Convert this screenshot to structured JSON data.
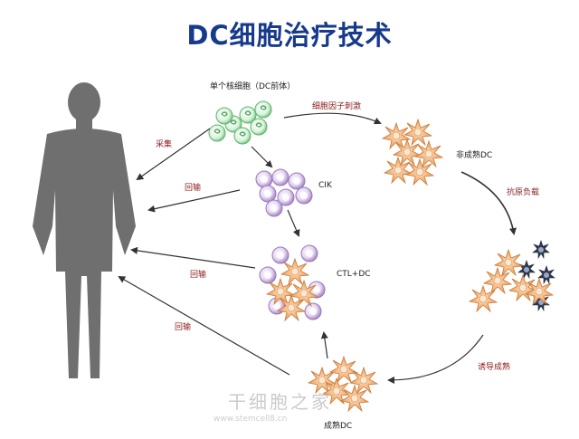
{
  "title": "DC细胞治疗技术",
  "labels": {
    "mononuclear": "单个核细胞（DC前体）",
    "cytokine": "细胞因子刺激",
    "collect": "采集",
    "immature_dc": "非成熟DC",
    "reinfuse_1": "回输",
    "cik": "CIK",
    "antigen": "抗原负载",
    "reinfuse_2": "回输",
    "ctl_dc": "CTL+DC",
    "reinfuse_3": "回输",
    "induce": "诱导成熟",
    "mature_dc": "成熟DC"
  },
  "watermark": {
    "text": "干细胞之家",
    "url": "www.stemcell8.cn"
  },
  "colors": {
    "title": "#173a8c",
    "silhouette": "#6f6f6f",
    "green_cell": "#8fd49a",
    "purple_cell": "#c7aedc",
    "dc_cell": "#f2a96b",
    "arrow": "#3a3a3a",
    "label_red": "#8a1c1c"
  }
}
